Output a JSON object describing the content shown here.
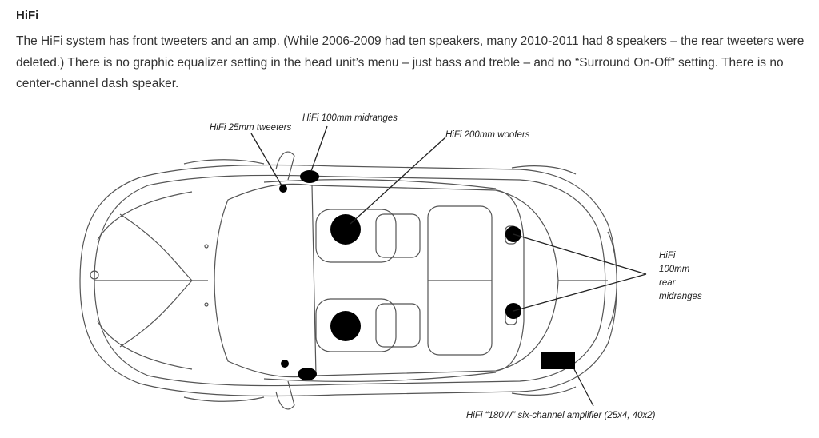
{
  "section": {
    "heading": "HiFi",
    "paragraph": "The HiFi system has front tweeters and an amp. (While 2006-2009 had ten speakers, many 2010-2011 had 8 speakers – the rear tweeters were deleted.) There is no graphic equalizer setting in the head unit’s menu – just bass and treble – and no “Surround On-Off” setting. There is no center-channel dash speaker."
  },
  "diagram": {
    "labels": {
      "tweeters": "HiFi 25mm tweeters",
      "midranges": "HiFi 100mm midranges",
      "woofers": "HiFi 200mm woofers",
      "rear_midranges_lines": [
        "HiFi",
        "100mm",
        "rear",
        "midranges"
      ],
      "amplifier": "HiFi “180W” six-channel amplifier (25x4, 40x2)"
    },
    "icons": [
      "car-top-view-outline",
      "speaker-dot",
      "amplifier-box"
    ],
    "colors": {
      "outline": "#555555",
      "speaker": "#000000",
      "text": "#333333"
    }
  }
}
